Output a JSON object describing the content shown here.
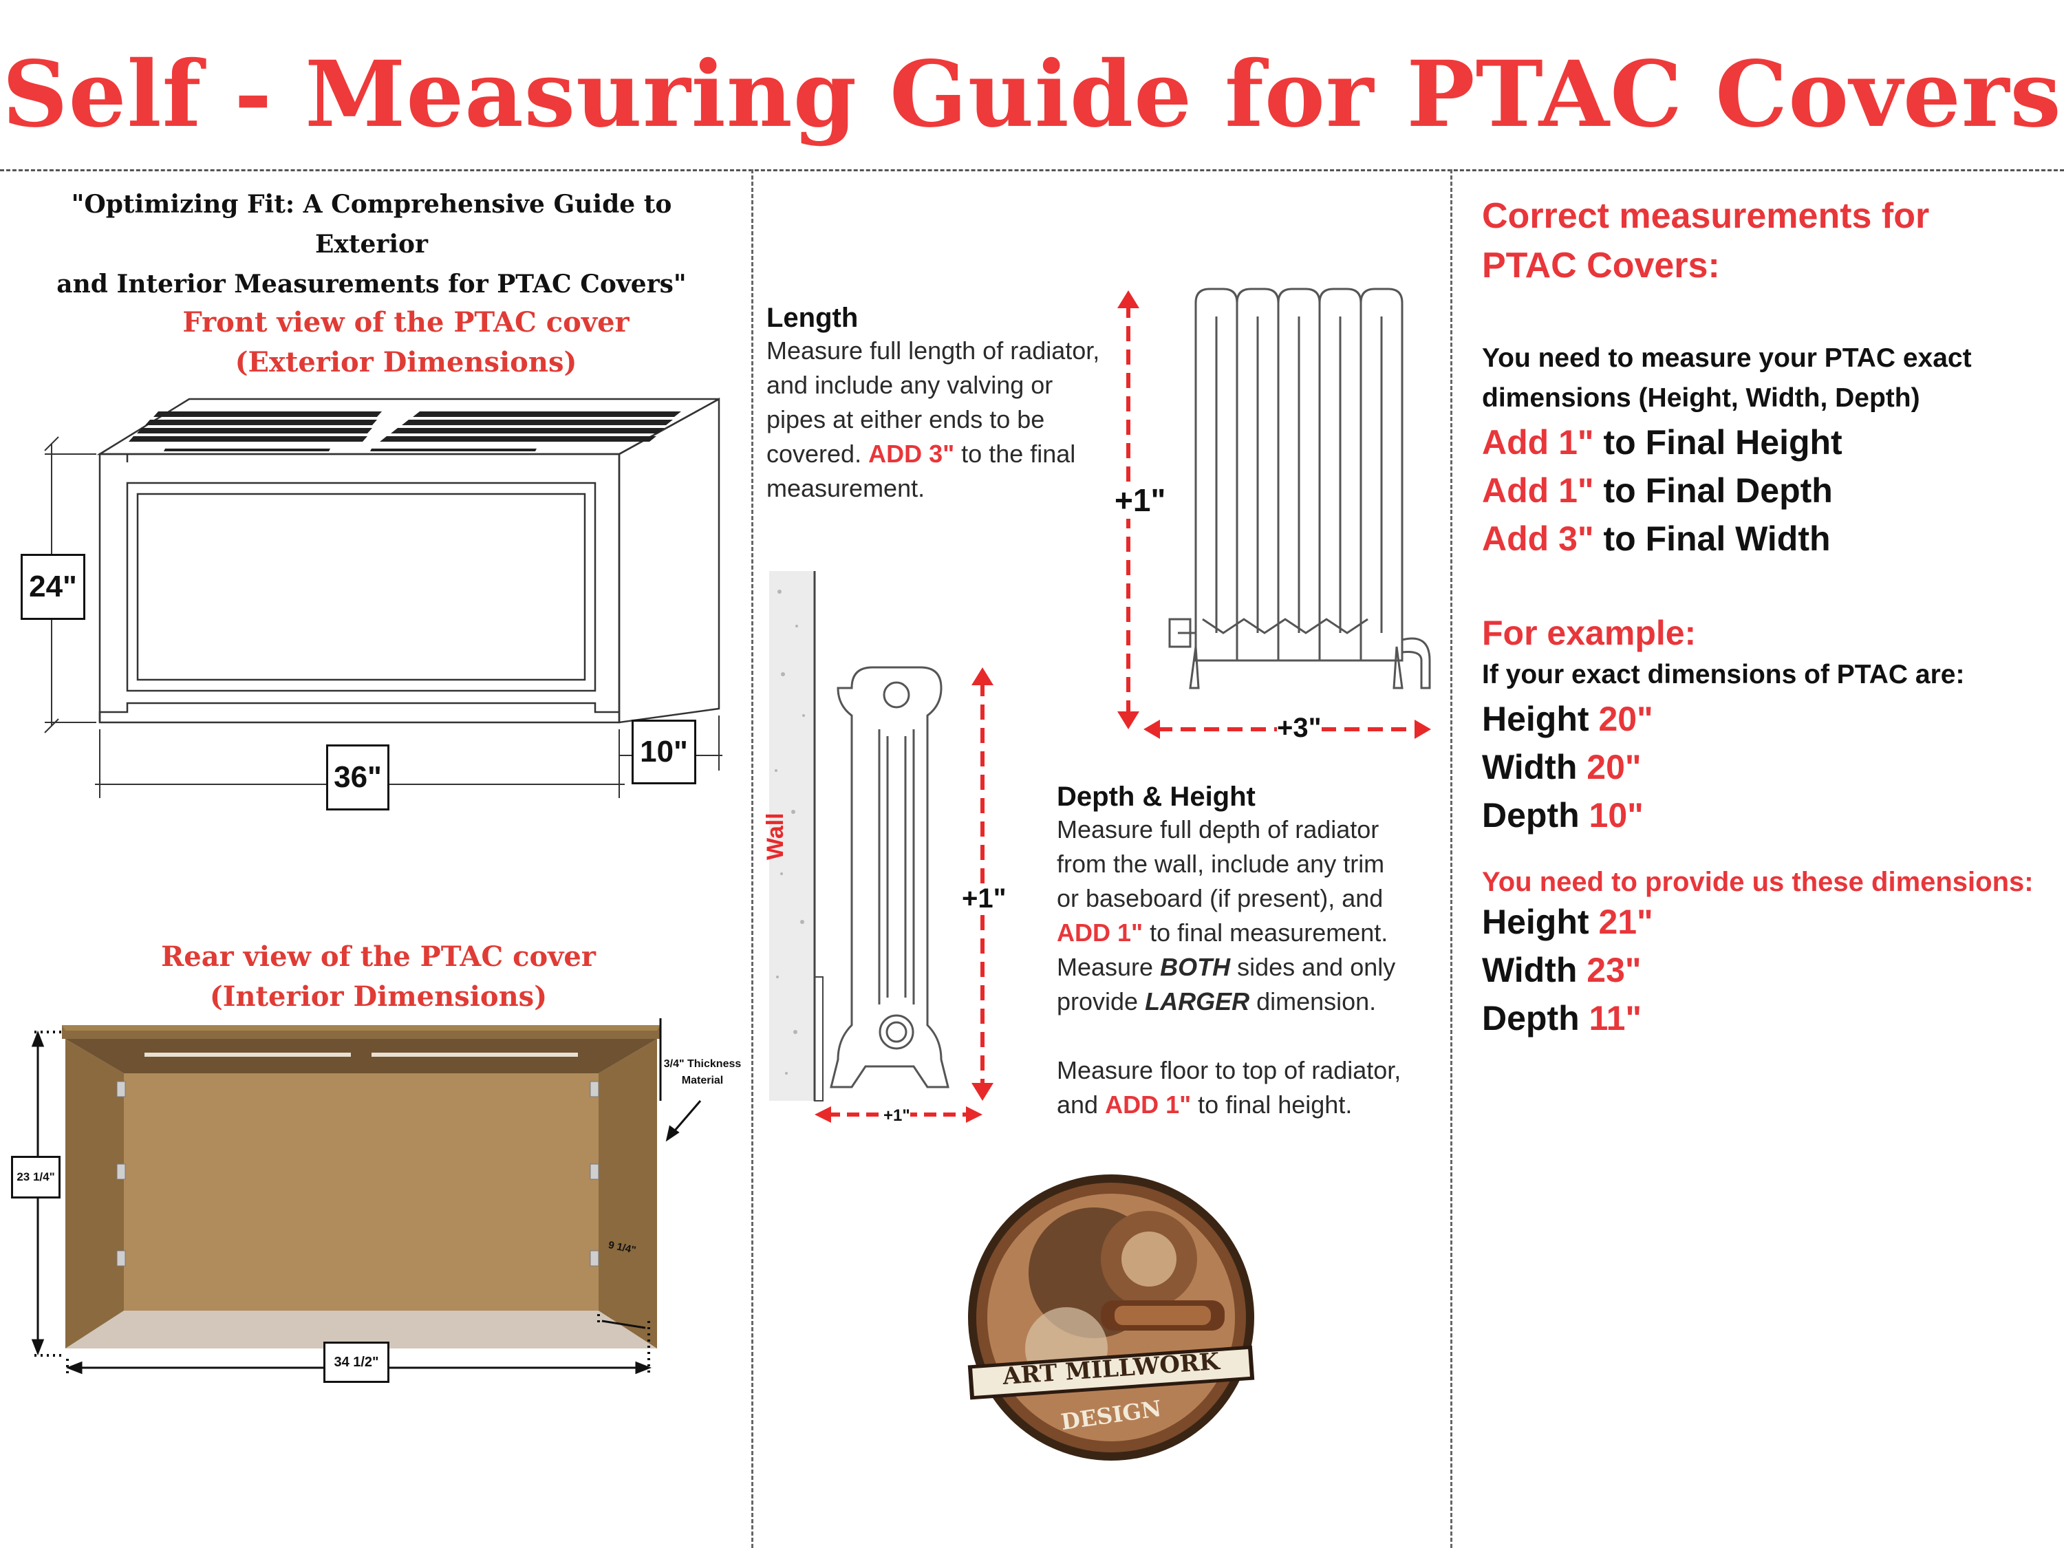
{
  "title": "Self - Measuring Guide for PTAC Covers",
  "left": {
    "subtitle_line1": "\"Optimizing Fit: A Comprehensive Guide to Exterior",
    "subtitle_line2": "and Interior Measurements for PTAC Covers\"",
    "front_caption_1": "Front view of the PTAC cover",
    "front_caption_2": "(Exterior Dimensions)",
    "front_height": "24\"",
    "front_width": "36\"",
    "front_depth": "10\"",
    "rear_caption_1": "Rear view of the PTAC cover",
    "rear_caption_2": "(Interior Dimensions)",
    "rear_height": "23 1/4\"",
    "rear_width": "34 1/2\"",
    "rear_depth": "9 1/4\"",
    "thickness_note_1": "3/4\" Thickness",
    "thickness_note_2": "Material"
  },
  "middle": {
    "length_title": "Length",
    "length_l1": "Measure full length of radiator,",
    "length_l2": "and include any valving or",
    "length_l3": "pipes at either ends to be",
    "length_l4a": "covered. ",
    "length_l4b": "ADD 3\"",
    "length_l4c": " to the final",
    "length_l5": "measurement.",
    "plus_top": "+1\"",
    "plus_width": "+3\"",
    "plus_side": "+1\"",
    "plus_depth": "+1\"",
    "wall_label": "Wall",
    "dh_title": "Depth & Height",
    "dh_l1": "Measure full depth of radiator",
    "dh_l2": "from the wall, include any trim",
    "dh_l3": "or baseboard (if present), and",
    "dh_l4a": "ADD 1\"",
    "dh_l4b": " to final measurement.",
    "dh_l5a": "Measure ",
    "dh_l5b": "BOTH",
    "dh_l5c": " sides and only",
    "dh_l6a": "provide ",
    "dh_l6b": "LARGER",
    "dh_l6c": " dimension.",
    "dh_l7": "Measure floor to top of radiator,",
    "dh_l8a": "and ",
    "dh_l8b": "ADD 1\"",
    "dh_l8c": " to final height.",
    "logo_top": "ART MILLWORK",
    "logo_bottom": "DESIGN"
  },
  "right": {
    "head_1": "Correct measurements for",
    "head_2": "PTAC Covers:",
    "intro_1": "You need to measure your PTAC exact",
    "intro_2": "dimensions (Height, Width, Depth)",
    "rule1_red": "Add 1\"",
    "rule1_text": " to Final Height",
    "rule2_red": "Add 1\"",
    "rule2_text": " to Final Depth",
    "rule3_red": "Add 3\"",
    "rule3_text": " to Final Width",
    "example_head": "For example:",
    "example_intro": "If your exact dimensions of PTAC are:",
    "ex_h_label": "Height ",
    "ex_h_val": "20\"",
    "ex_w_label": "Width ",
    "ex_w_val": "20\"",
    "ex_d_label": "Depth ",
    "ex_d_val": "10\"",
    "provide_head": "You need to provide us these dimensions:",
    "pr_h_label": "Height ",
    "pr_h_val": "21\"",
    "pr_w_label": "Width ",
    "pr_w_val": "23\"",
    "pr_d_label": "Depth ",
    "pr_d_val": "11\""
  }
}
